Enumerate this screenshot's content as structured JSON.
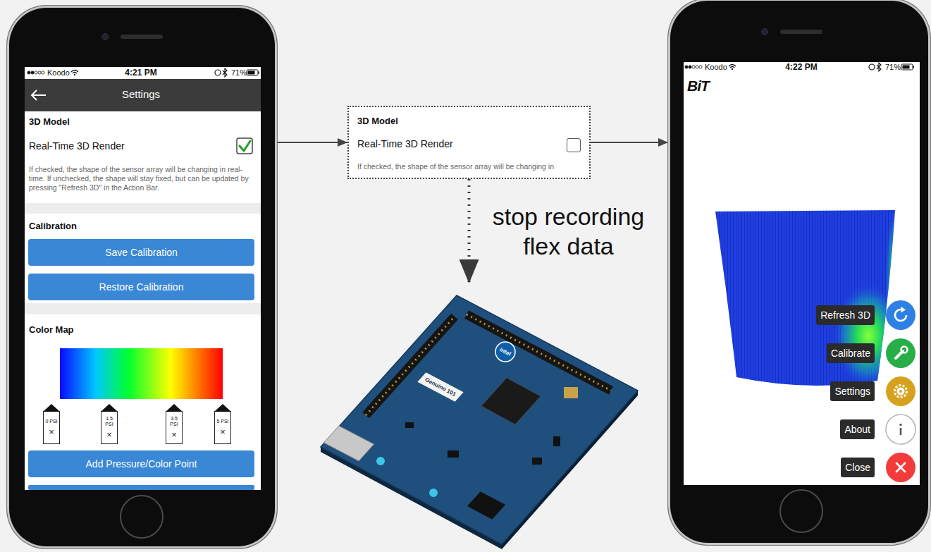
{
  "diagram": {
    "nodes": [
      {
        "text": [
          "Koodo",
          "4:21 PM",
          "71%",
          "Settings",
          "3D Model",
          "Real-Time 3D Render",
          "If checked, the shape of the sensor array will be changing in real-time. If unchecked, the shape will stay fixed, but can be updated by pressing \"Refresh 3D\" in the Action Bar.",
          "Calibration",
          "Color Map"
        ]
      },
      {
        "text": [
          "Save Calibration"
        ],
        "in": 0
      },
      {
        "text": [
          "Restore Calibration"
        ],
        "in": 0
      },
      {
        "text": [
          "0 PSI",
          "×"
        ],
        "in": 0
      },
      {
        "text": [
          "1.5 PSI",
          "×"
        ],
        "in": 0
      },
      {
        "text": [
          "3.5 PSI",
          "×"
        ],
        "in": 0
      },
      {
        "text": [
          "5 PSI",
          "×"
        ],
        "in": 0
      },
      {
        "text": [
          "Add Pressure/Color Point"
        ],
        "in": 0
      },
      {
        "text": [
          "3D Model",
          "Real-Time 3D Render",
          "If checked, the shape of the sensor array will be changing in"
        ]
      },
      {
        "text": [
          "intel",
          "Genuino 101"
        ]
      },
      {
        "text": [
          "Koodo",
          "4:22 PM",
          "71%",
          "BiT"
        ]
      },
      {
        "text": [
          "Refresh 3D"
        ],
        "in": 10
      },
      {
        "text": [
          "Calibrate"
        ],
        "in": 10
      },
      {
        "text": [
          "Settings"
        ],
        "in": 10
      },
      {
        "text": [
          "About"
        ],
        "in": 10
      },
      {
        "text": [
          "Close"
        ],
        "in": 10
      }
    ],
    "edges": [
      {
        "from": 0,
        "to": 8,
        "arrow": "to"
      },
      {
        "from": 8,
        "to": 10,
        "arrow": "to"
      },
      {
        "from": 8,
        "to": 9,
        "label": "stop recording flex data",
        "arrow": "to"
      }
    ]
  }
}
